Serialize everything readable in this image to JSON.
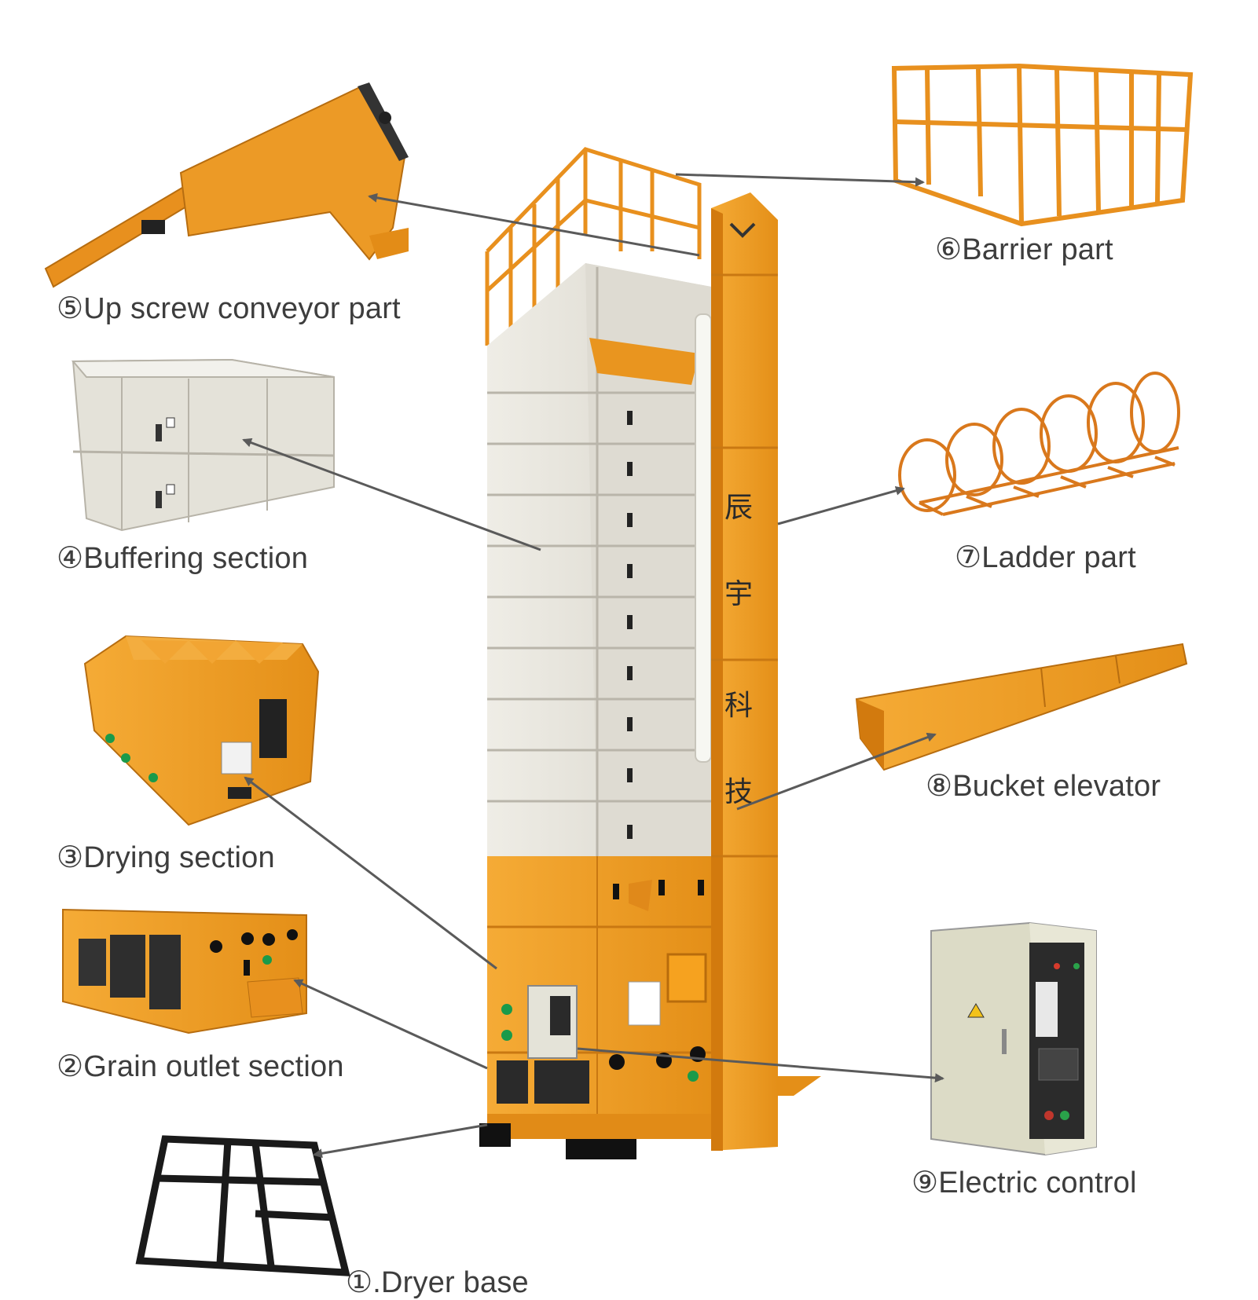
{
  "labels": {
    "part1": "①.Dryer base",
    "part2": "②Grain outlet section",
    "part3": "③Drying section",
    "part4": "④Buffering section",
    "part5": "⑤Up screw conveyor part",
    "part6": "⑥Barrier part",
    "part7": "⑦Ladder part",
    "part8": "⑧Bucket elevator",
    "part9": "⑨Electric control"
  },
  "tower_chars": [
    "辰",
    "宇",
    "科",
    "技"
  ],
  "colors": {
    "orange": "#f0a02a",
    "orange_dark": "#d47f12",
    "grey_panel": "#e6e4dc",
    "grey_shadow": "#c9c6bc",
    "arrow": "#5a5a5a",
    "frame_black": "#1a1a1a",
    "cabinet": "#d9d8c4"
  }
}
